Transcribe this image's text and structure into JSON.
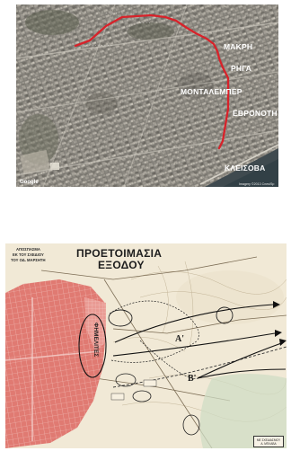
{
  "top_map": {
    "streets": [
      "ΜΑΚΡΗ",
      "ΡΗΓΑ",
      "ΜΟΝΤΑΛΕΜΠΕΡ",
      "ΕΒΡΟΝΟΤΗ",
      "ΚΛΕΙΣΟΒΑ"
    ],
    "credit": "Imagery ©2013 Cnes/Sp",
    "route_color": "#d8222a"
  },
  "bottom_map": {
    "title_line1": "ΠΡΟΕΤΟΙΜΑΣΙΑ",
    "title_line2": "ΕΞΟΔΟΥ",
    "note_lines": [
      "ΑΠΟΣΠΑΣΜΑ",
      "ΕΚ ΤΟΥ ΣΧΕΔΙΟΥ",
      "ΤΟΥ ΟΔ. ΜΑΡΣΗΤΗ"
    ],
    "vertical_label": "ΦΗΜΕΛΙΤΕΣ",
    "point_a": "A'",
    "point_b": "B'",
    "legend_line1": "ΜΕ ΣΧΕΔΙΑΣΜΟΥ",
    "legend_line2": "Α. ΜΠΛΑΒΑ",
    "town_color": "#e07a72"
  }
}
